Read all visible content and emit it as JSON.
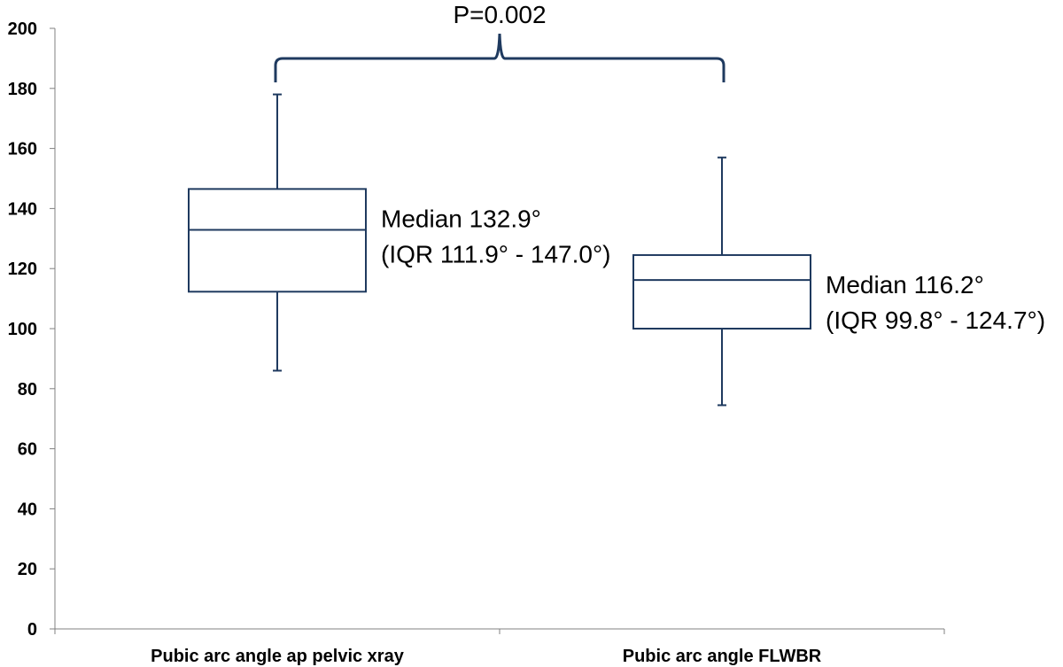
{
  "chart_data": {
    "type": "box",
    "title": "",
    "xlabel": "",
    "ylabel": "",
    "ylim": [
      0,
      200
    ],
    "yticks": [
      0,
      20,
      40,
      60,
      80,
      100,
      120,
      140,
      160,
      180,
      200
    ],
    "grid": false,
    "categories": [
      "Pubic arc angle ap pelvic xray",
      "Pubic arc angle FLWBR"
    ],
    "boxes": [
      {
        "whisker_low": 86,
        "q1": 112.3,
        "median": 132.9,
        "q3": 146.5,
        "whisker_high": 178,
        "annotation_line1": "Median 132.9°",
        "annotation_line2": "(IQR 111.9° - 147.0°)"
      },
      {
        "whisker_low": 74.5,
        "q1": 100,
        "median": 116.2,
        "q3": 124.5,
        "whisker_high": 157,
        "annotation_line1": "Median 116.2°",
        "annotation_line2": "(IQR 99.8° - 124.7°)"
      }
    ],
    "comparison": {
      "label": "P=0.002"
    },
    "colors": {
      "box_stroke": "#1f3a5f",
      "bracket": "#1f3a5f",
      "axis": "#808080"
    }
  }
}
